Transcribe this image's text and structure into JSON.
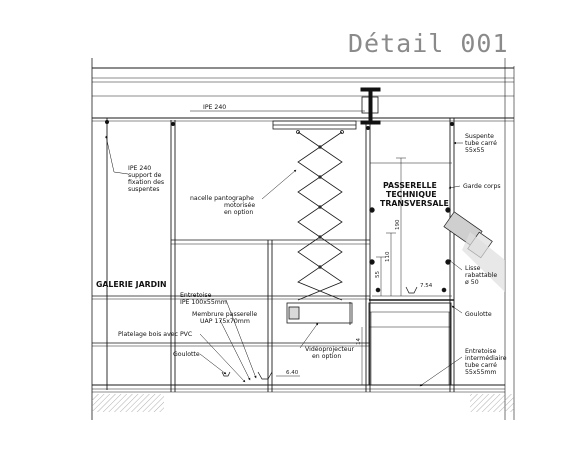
{
  "title": "Détail 001",
  "labels": {
    "ipe240_beam": "IPE 240",
    "ipe240_support": [
      "IPE 240",
      "support de",
      "fixation des",
      "suspentes"
    ],
    "nacelle": [
      "nacelle pantographe",
      "motorisée",
      "en option"
    ],
    "passerelle": [
      "PASSERELLE",
      "TECHNIQUE",
      "TRANSVERSALE"
    ],
    "suspente": [
      "Suspente",
      "tube carré",
      "55x55"
    ],
    "garde_corps": "Garde corps",
    "lisse": [
      "Lisse",
      "rabattable",
      "ø 50"
    ],
    "galerie": "GALERIE JARDIN",
    "entretoise_ipe": [
      "Entretoise",
      "IPE 100x55mm"
    ],
    "membrure": [
      "Membrure passerelle",
      "UAP 175x70mm"
    ],
    "platelage": "Platelage bois avec PVC",
    "goulotte_left": "Goulotte",
    "goulotte_right": "Goulotte",
    "videoprojecteur": [
      "Vidéoprojecteur",
      "en option"
    ],
    "entretoise_inter": [
      "Entretoise",
      "intermédiaire",
      "tube carré",
      "55x55mm"
    ]
  },
  "dimensions": {
    "d190": "190",
    "d110": "110",
    "d55": "55",
    "d754": "7.54",
    "d640": "6.40",
    "d14": "14"
  },
  "colors": {
    "line": "#1a1a1a",
    "grey": "#8a8a8a",
    "hatch": "#bdbdbd"
  }
}
